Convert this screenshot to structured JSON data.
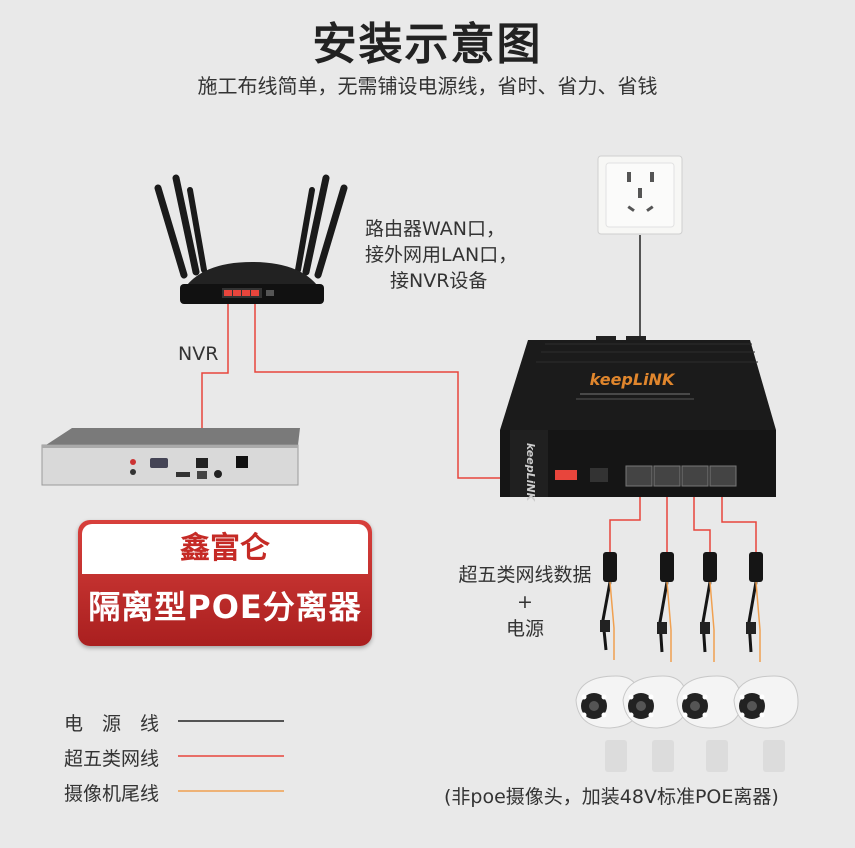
{
  "header": {
    "title": "安装示意图",
    "subtitle": "施工布线简单，无需铺设电源线，省时、省力、省钱"
  },
  "router_note": {
    "line1": "路由器WAN口，",
    "line2": "接外网用LAN口，",
    "line3": "接NVR设备"
  },
  "nvr_label": "NVR",
  "switch": {
    "brand": "keepLiNK",
    "side_brand": "keepLiNK"
  },
  "brand_box": {
    "company": "鑫富仑",
    "product": "隔离型POE分离器"
  },
  "cable_note": {
    "line1": "超五类网线数据",
    "line2": "+",
    "line3": "电源"
  },
  "legend": [
    {
      "label": "电　源　线",
      "color": "#222222"
    },
    {
      "label": "超五类网线",
      "color": "#e8453c"
    },
    {
      "label": "摄像机尾线",
      "color": "#f0a050"
    }
  ],
  "camera_note": "(非poe摄像头，加装48V标准POE离器)"
}
